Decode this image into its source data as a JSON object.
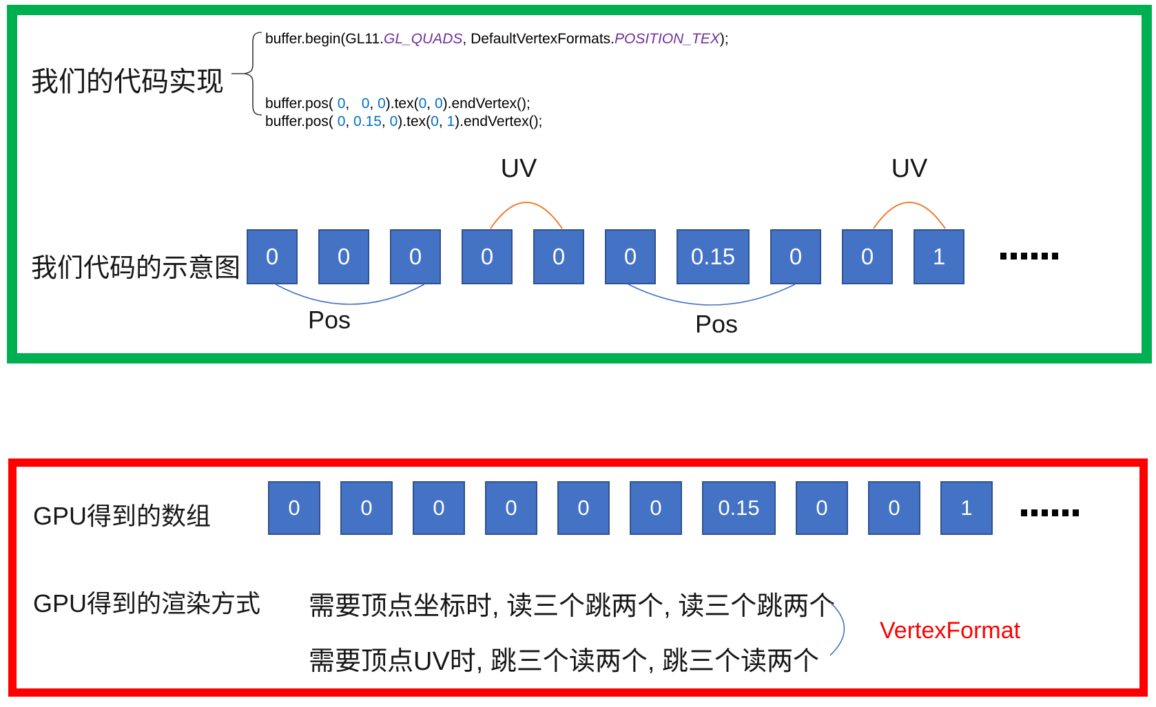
{
  "colors": {
    "box_fill": "#4472C4",
    "box_border": "#2F528F",
    "green_border": "#00B050",
    "red_border": "#FF0000",
    "orange_arc": "#ED7D31",
    "blue_arc": "#4472C4",
    "code_keyword": "#7030A0",
    "code_number": "#0070C0",
    "vertex_format_color": "#FF0000"
  },
  "top_panel": {
    "impl_label": "我们的代码实现",
    "diagram_label": "我们代码的示意图",
    "uv_label_1": "UV",
    "uv_label_2": "UV",
    "pos_label_1": "Pos",
    "pos_label_2": "Pos",
    "cells": [
      "0",
      "0",
      "0",
      "0",
      "0",
      "0",
      "0.15",
      "0",
      "0",
      "1"
    ],
    "ellipsis": "......",
    "code": {
      "line1": [
        {
          "t": "buffer.begin(GL11.",
          "c": "plain"
        },
        {
          "t": "GL_QUADS",
          "c": "kw"
        },
        {
          "t": ", DefaultVertexFormats.",
          "c": "plain"
        },
        {
          "t": "POSITION_TEX",
          "c": "kw"
        },
        {
          "t": ");",
          "c": "plain"
        }
      ],
      "line2": [
        {
          "t": "buffer.pos( ",
          "c": "plain"
        },
        {
          "t": "0",
          "c": "num"
        },
        {
          "t": ",   ",
          "c": "plain"
        },
        {
          "t": "0",
          "c": "num"
        },
        {
          "t": ", ",
          "c": "plain"
        },
        {
          "t": "0",
          "c": "num"
        },
        {
          "t": ").tex(",
          "c": "plain"
        },
        {
          "t": "0",
          "c": "num"
        },
        {
          "t": ", ",
          "c": "plain"
        },
        {
          "t": "0",
          "c": "num"
        },
        {
          "t": ").endVertex();",
          "c": "plain"
        }
      ],
      "line3": [
        {
          "t": "buffer.pos( ",
          "c": "plain"
        },
        {
          "t": "0",
          "c": "num"
        },
        {
          "t": ", ",
          "c": "plain"
        },
        {
          "t": "0.15",
          "c": "num"
        },
        {
          "t": ", ",
          "c": "plain"
        },
        {
          "t": "0",
          "c": "num"
        },
        {
          "t": ").tex(",
          "c": "plain"
        },
        {
          "t": "0",
          "c": "num"
        },
        {
          "t": ", ",
          "c": "plain"
        },
        {
          "t": "1",
          "c": "num"
        },
        {
          "t": ").endVertex();",
          "c": "plain"
        }
      ]
    }
  },
  "bottom_panel": {
    "array_label": "GPU得到的数组",
    "render_label": "GPU得到的渲染方式",
    "rule_pos": "需要顶点坐标时, 读三个跳两个, 读三个跳两个",
    "rule_uv": "需要顶点UV时, 跳三个读两个, 跳三个读两个",
    "vertex_format_label": "VertexFormat",
    "cells": [
      "0",
      "0",
      "0",
      "0",
      "0",
      "0",
      "0.15",
      "0",
      "0",
      "1"
    ],
    "ellipsis": "......"
  }
}
